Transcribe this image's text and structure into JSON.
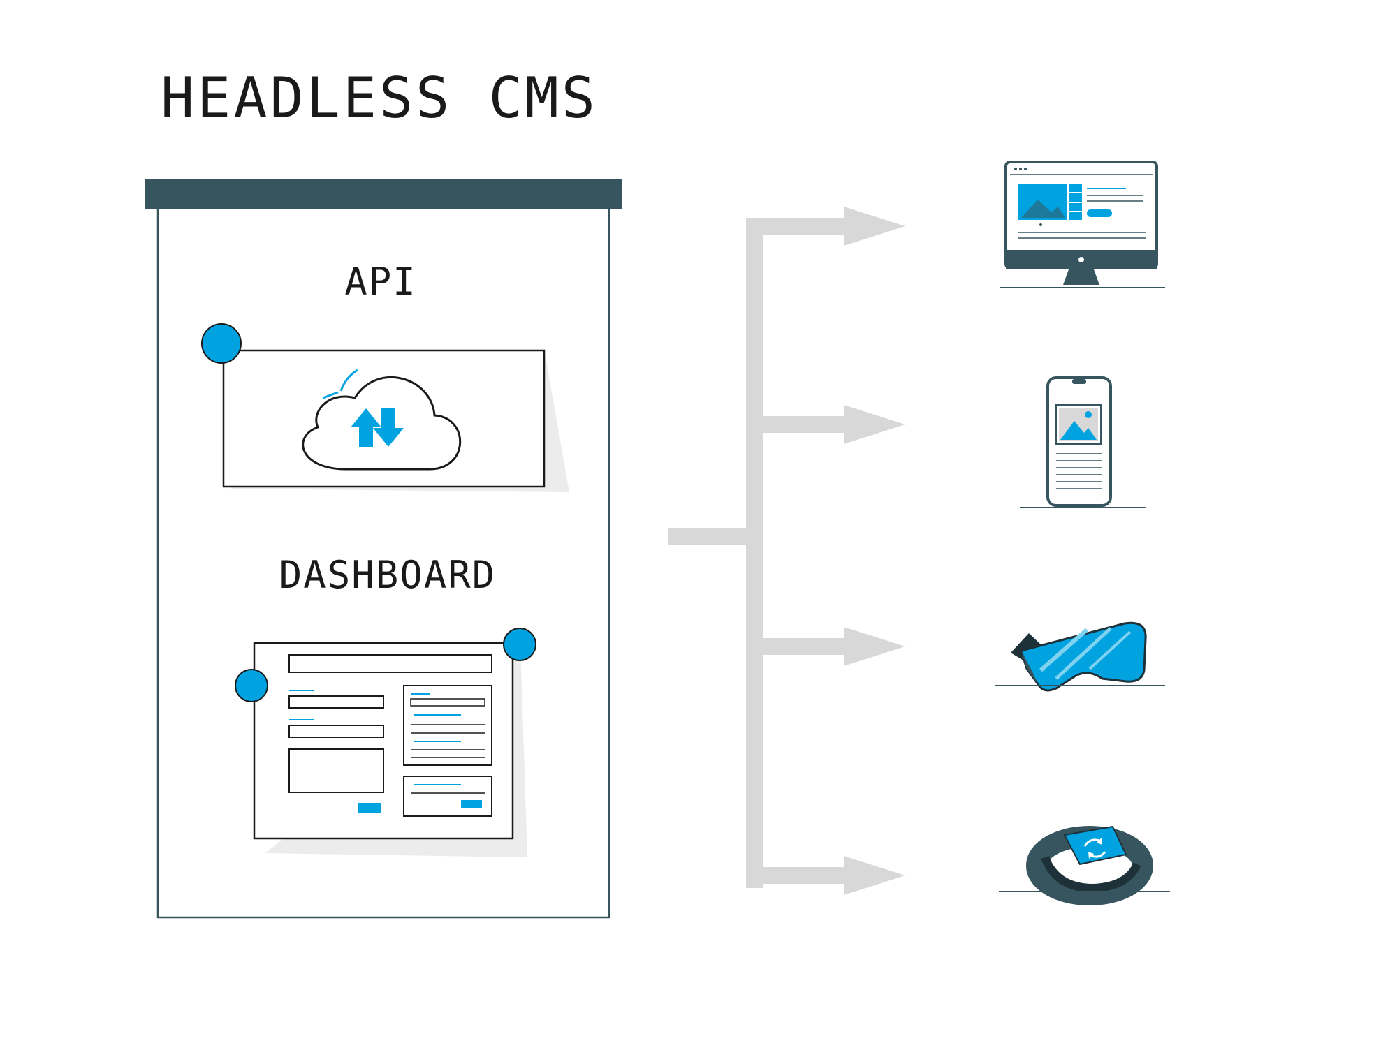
{
  "title": "HEADLESS CMS",
  "sections": {
    "api_label": "API",
    "dashboard_label": "DASHBOARD"
  },
  "devices": [
    {
      "icon": "desktop-monitor-icon"
    },
    {
      "icon": "smartphone-icon"
    },
    {
      "icon": "vr-headset-icon"
    },
    {
      "icon": "smartwatch-icon"
    }
  ],
  "colors": {
    "accent": "#00a3e0",
    "dark": "#37555e",
    "arrow": "#d8d8d8",
    "shadow": "#ececec",
    "ink": "#1a1a1a"
  }
}
